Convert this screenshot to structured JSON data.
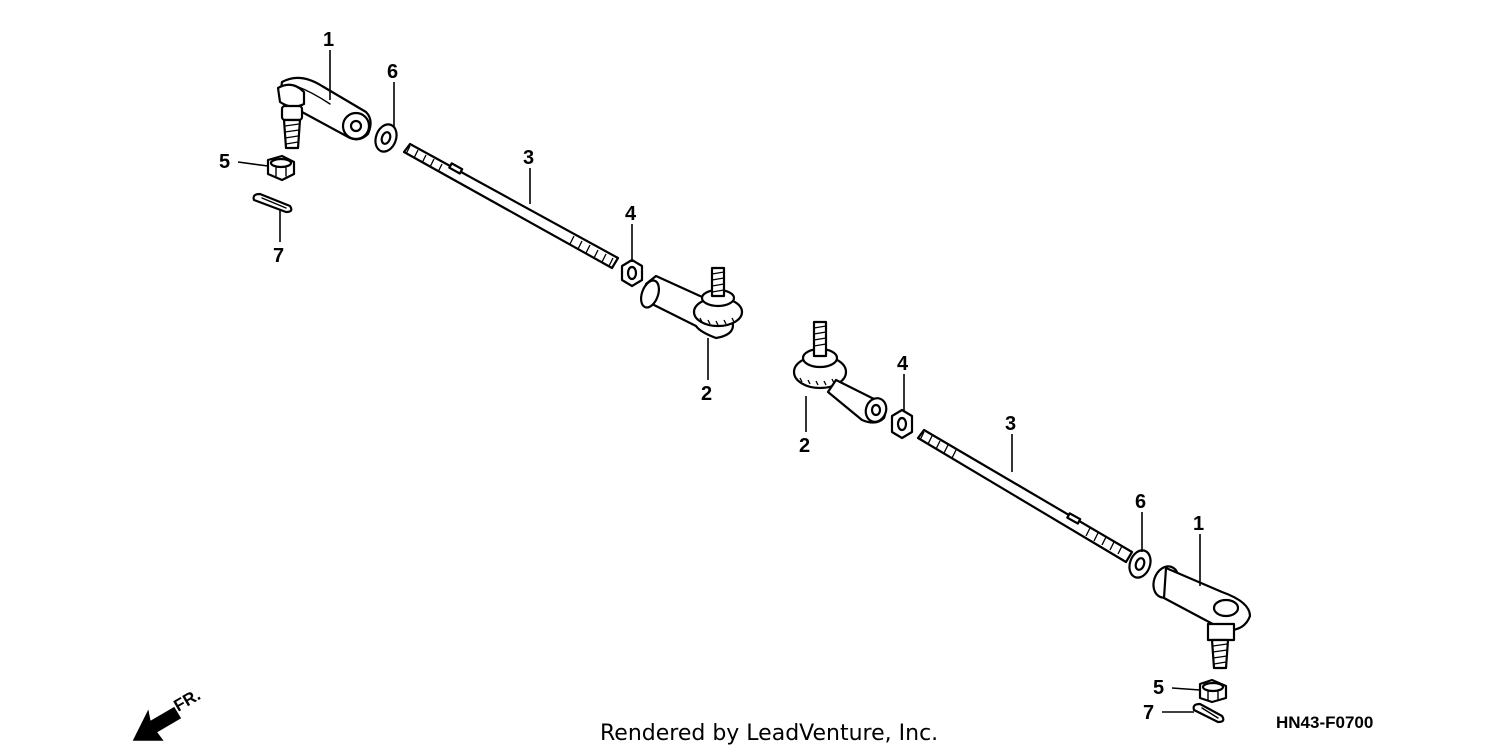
{
  "diagram": {
    "drawing_code": "HN43-F0700",
    "credit": "Rendered by LeadVenture, Inc.",
    "direction_label": "FR.",
    "callouts": {
      "left_tie_rod_end_1": "1",
      "left_tie_rod_end_2": "2",
      "left_tie_rod_3": "3",
      "left_lock_nut_4": "4",
      "left_castle_nut_5": "5",
      "left_washer_6": "6",
      "left_cotter_pin_7": "7",
      "right_tie_rod_end_1": "1",
      "right_tie_rod_end_2": "2",
      "right_tie_rod_3": "3",
      "right_lock_nut_4": "4",
      "right_castle_nut_5": "5",
      "right_washer_6": "6",
      "right_cotter_pin_7": "7"
    }
  }
}
